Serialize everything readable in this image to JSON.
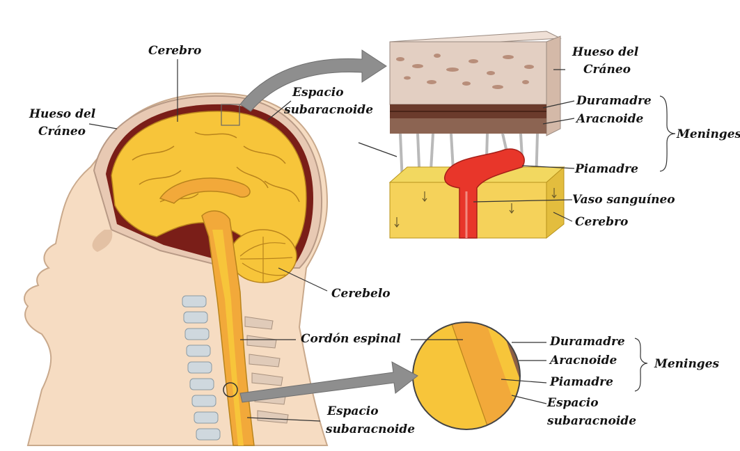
{
  "labels": {
    "cerebro_top": "Cerebro",
    "hueso_left_1": "Hueso del",
    "hueso_left_2": "Cráneo",
    "espacio_top_1": "Espacio",
    "espacio_top_2": "subaracnoide",
    "hueso_right_1": "Hueso del",
    "hueso_right_2": "Cráneo",
    "duramadre_top": "Duramadre",
    "aracnoide_top": "Aracnoide",
    "meninges_top": "Meninges",
    "piamadre_top": "Piamadre",
    "vaso": "Vaso sanguíneo",
    "cerebro_right": "Cerebro",
    "cerebelo": "Cerebelo",
    "cordon": "Cordón espinal",
    "espacio_bottom_1": "Espacio",
    "espacio_bottom_2": "subaracnoide",
    "duramadre_bottom": "Duramadre",
    "aracnoide_bottom": "Aracnoide",
    "meninges_bottom": "Meninges",
    "piamadre_bottom": "Piamadre",
    "espacio_circle_1": "Espacio",
    "espacio_circle_2": "subaracnoide"
  },
  "colors": {
    "skin": "#f6dcc2",
    "skull": "#e8c9b3",
    "dura": "#7a1e18",
    "brain": "#f7c53a",
    "brain_dark": "#d99a1a",
    "blood": "#e8362a",
    "bone_block": "#e3cfc2",
    "arrow": "#8e8e8e"
  },
  "icons": {
    "arrow_top": "curved-arrow-icon",
    "arrow_bottom": "block-arrow-icon"
  }
}
